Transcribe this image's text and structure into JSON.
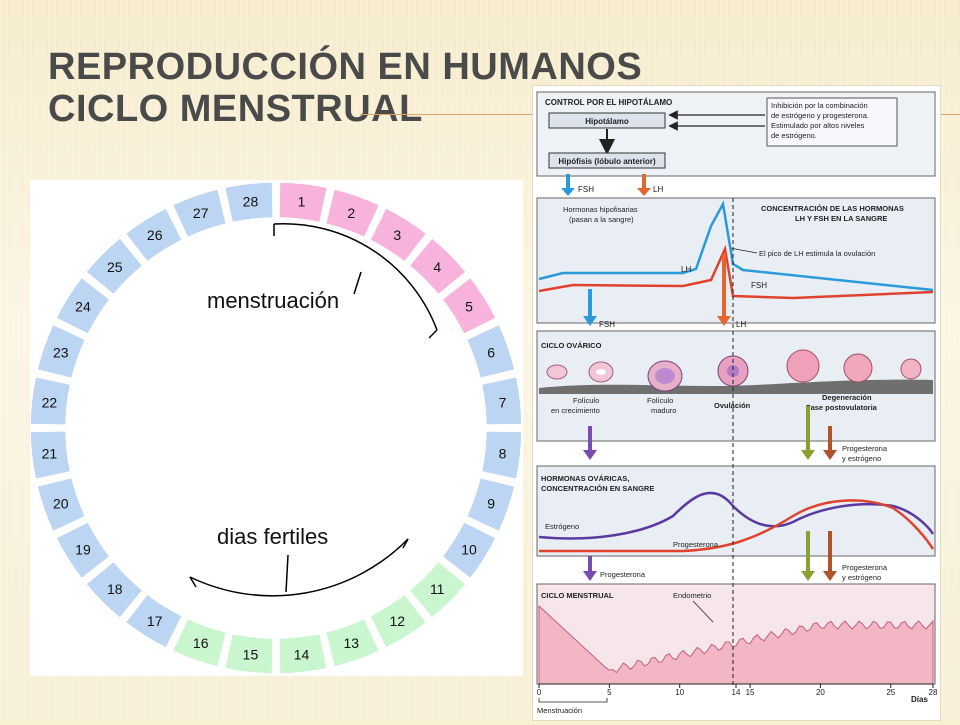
{
  "slide": {
    "title_line1": "Reproducción en humanos",
    "title_line2": "Ciclo menstrual"
  },
  "wheel": {
    "days": [
      "1",
      "2",
      "3",
      "4",
      "5",
      "6",
      "7",
      "8",
      "9",
      "10",
      "11",
      "12",
      "13",
      "14",
      "15",
      "16",
      "17",
      "18",
      "19",
      "20",
      "21",
      "22",
      "23",
      "24",
      "25",
      "26",
      "27",
      "28"
    ],
    "menstruation_days": [
      1,
      5
    ],
    "fertile_days": [
      11,
      16
    ],
    "label_menstruation": "menstruación",
    "label_fertile": "dias fertiles",
    "colors": {
      "menstruation": "#f7b3dc",
      "fertile": "#c9f5cf",
      "other": "#bcd5f2",
      "stroke": "#ffffff"
    }
  },
  "diagram": {
    "hypothalamus": {
      "section_title": "CONTROL POR EL HIPOTÁLAMO",
      "box_hypothalamus": "Hipotálamo",
      "box_pituitary": "Hipófisis (lóbulo anterior)",
      "note_line1": "Inhibición por la combinación",
      "note_line2": "de estrógeno y progesterona.",
      "note_line3": "Estimulado por altos niveles",
      "note_line4": "de estrógeno."
    },
    "arrow_fsh": "FSH",
    "arrow_lh": "LH",
    "pituitary_hormones": {
      "title_line1": "CONCENTRACIÓN DE LAS HORMONAS",
      "title_line2": "LH Y FSH EN LA SANGRE",
      "subtitle_line1": "Hormonas hipofisarias",
      "subtitle_line2": "(pasan a la sangre)",
      "peak_note": "El pico de LH estimula la ovulación",
      "label_lh": "LH",
      "label_fsh": "FSH"
    },
    "ovarian_cycle": {
      "title": "CICLO OVÁRICO",
      "label_growing_line1": "Folículo",
      "label_growing_line2": "en crecimiento",
      "label_mature_line1": "Folículo",
      "label_mature_line2": "maduro",
      "label_ovulation": "Ovulación",
      "label_degeneration_line1": "Degeneración",
      "label_degeneration_line2": "Fase postovulatoria",
      "hormones_line1": "Progesterona",
      "hormones_line2": "y estrógeno"
    },
    "ovarian_hormones": {
      "title_line1": "HORMONAS OVÁRICAS,",
      "title_line2": "CONCENTRACIÓN EN SANGRE",
      "label_estrogen": "Estrógeno",
      "label_progesterone": "Progesterona",
      "arrow_progesterone": "Progesterona",
      "hormones_line1": "Progesterona",
      "hormones_line2": "y estrógeno"
    },
    "menstrual_cycle": {
      "title": "CICLO MENSTRUAL",
      "label_endometrium": "Endometrio"
    },
    "axis": {
      "ticks": [
        "0",
        "5",
        "10",
        "14",
        "15",
        "20",
        "25",
        "28"
      ],
      "unit": "Días",
      "menstruation": "Menstruación"
    },
    "colors": {
      "fsh": "#2a9ad8",
      "lh": "#e5652e",
      "estrogen": "#5a3aa0",
      "progesterone": "#e0422e",
      "olive": "#8aa030",
      "brown": "#b0522a",
      "purple": "#7a4bb0"
    }
  }
}
